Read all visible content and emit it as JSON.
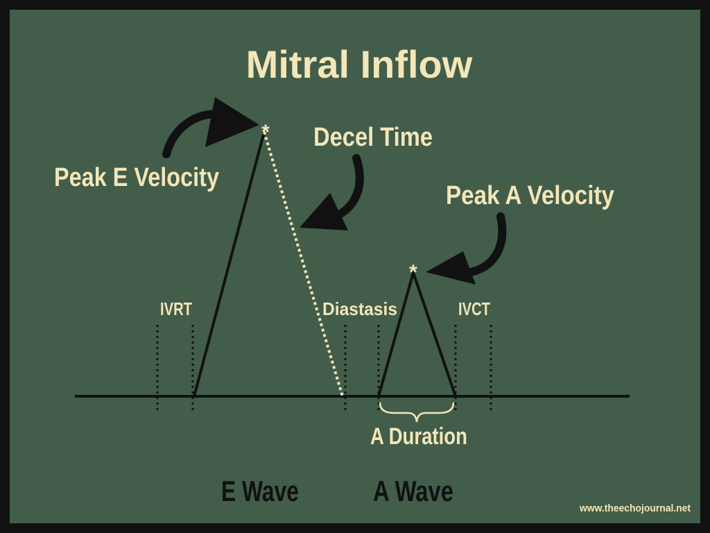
{
  "title": "Mitral Inflow",
  "labels": {
    "peak_e": "Peak E Velocity",
    "decel_time": "Decel Time",
    "peak_a": "Peak A Velocity",
    "ivrt": "IVRT",
    "diastasis": "Diastasis",
    "ivct": "IVCT",
    "a_duration": "A Duration",
    "e_wave": "E Wave",
    "a_wave": "A Wave"
  },
  "peak_marker": "*",
  "website": "www.theechojournal.net",
  "colors": {
    "background": "#425d4a",
    "frame": "#111111",
    "accent_text": "#f3e6b8",
    "line": "#111111"
  }
}
